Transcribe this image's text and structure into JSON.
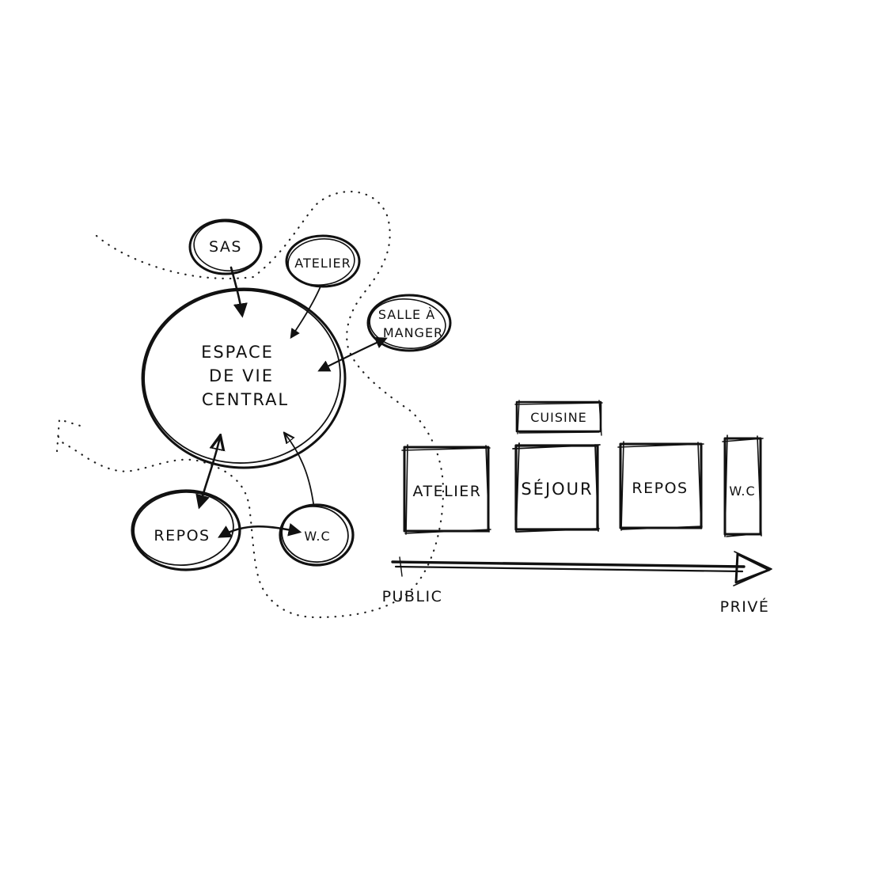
{
  "diagram": {
    "bubbles": {
      "central": [
        "ESPACE",
        "DE VIE",
        "CENTRAL"
      ],
      "sas": "SAS",
      "atelier": "ATELIER",
      "salle_a_manger": [
        "SALLE À",
        "MANGER"
      ],
      "repos": "REPOS",
      "wc": "W.C"
    },
    "sequence": {
      "cuisine": "CUISINE",
      "atelier": "ATELIER",
      "sejour": "SÉJOUR",
      "repos": "REPOS",
      "wc": "W.C"
    },
    "axis": {
      "start": "PUBLIC",
      "end": "PRIVÉ"
    }
  },
  "colors": {
    "ink": "#111111",
    "background": "#ffffff"
  }
}
